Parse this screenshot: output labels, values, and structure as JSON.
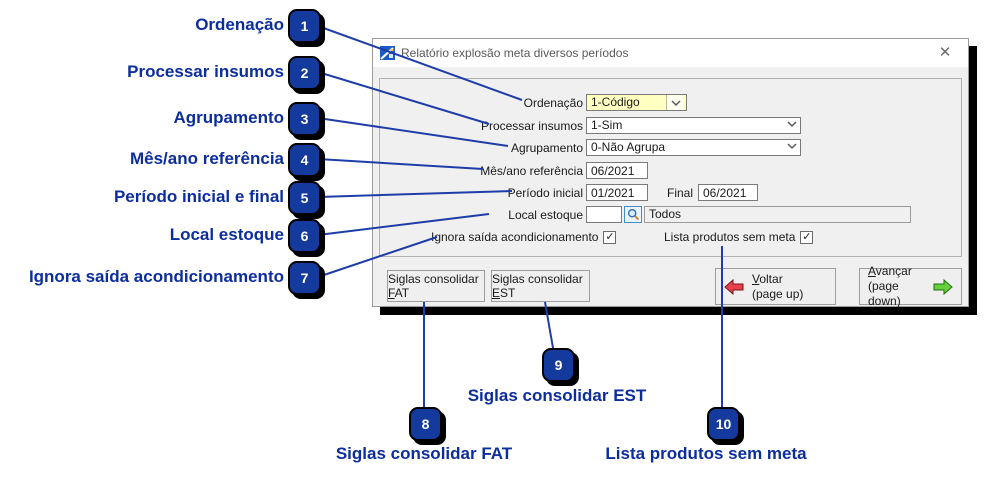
{
  "window": {
    "title": "Relatório explosão meta diversos períodos",
    "close_glyph": "✕"
  },
  "form": {
    "ordenacao": {
      "label": "Ordenação",
      "value": "1-Código"
    },
    "processar_insumos": {
      "label": "Processar insumos",
      "value": "1-Sim"
    },
    "agrupamento": {
      "label": "Agrupamento",
      "value": "0-Não Agrupa"
    },
    "mes_ano_referencia": {
      "label": "Mês/ano referência",
      "value": "06/2021"
    },
    "periodo": {
      "label": "Período inicial",
      "value_inicial": "01/2021",
      "final_label": "Final",
      "value_final": "06/2021"
    },
    "local_estoque": {
      "label": "Local estoque",
      "code_value": "",
      "description": "Todos"
    },
    "ignora_saida": {
      "label": "Ignora saída acondicionamento",
      "checked": true,
      "check_glyph": "✓"
    },
    "lista_produtos": {
      "label": "Lista produtos sem meta",
      "checked": true,
      "check_glyph": "✓"
    }
  },
  "buttons": {
    "siglas_fat": {
      "pre": "Siglas consolidar ",
      "key": "F",
      "post": "AT"
    },
    "siglas_est": {
      "pre": "Siglas consolidar ",
      "key": "E",
      "post": "ST"
    },
    "voltar": {
      "key": "V",
      "post": "oltar",
      "line2": "(page up)"
    },
    "avancar": {
      "key": "A",
      "post": "vançar",
      "line2": "(page down)"
    }
  },
  "callouts": [
    {
      "n": "1",
      "label": "Ordenação"
    },
    {
      "n": "2",
      "label": "Processar insumos"
    },
    {
      "n": "3",
      "label": "Agrupamento"
    },
    {
      "n": "4",
      "label": "Mês/ano referência"
    },
    {
      "n": "5",
      "label": "Período inicial e final"
    },
    {
      "n": "6",
      "label": "Local estoque"
    },
    {
      "n": "7",
      "label": "Ignora saída acondicionamento"
    },
    {
      "n": "8",
      "label": "Siglas consolidar FAT"
    },
    {
      "n": "9",
      "label": "Siglas consolidar EST"
    },
    {
      "n": "10",
      "label": "Lista produtos sem meta"
    }
  ],
  "colors": {
    "annotation_navy": "#0c2e9d",
    "badge_fill": "#143a9e",
    "line_navy": "#1e3da9",
    "highlight_yellow": "#ffffc2"
  }
}
